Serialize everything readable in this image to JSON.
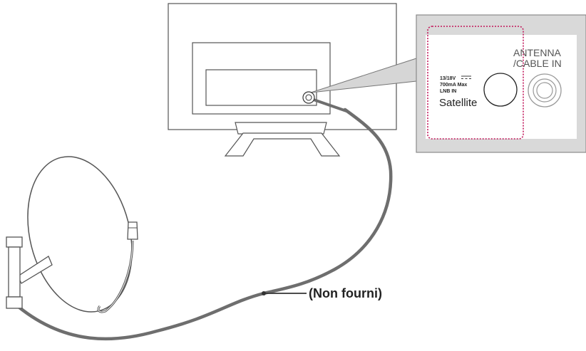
{
  "panel": {
    "voltage_label": "13/18V",
    "current_label": "700mA Max",
    "lnb_label": "LNB IN",
    "satellite_label": "Satellite",
    "antenna_line1": "ANTENNA",
    "antenna_line2": "/CABLE IN"
  },
  "callout": {
    "label": "(Non fourni)"
  },
  "colors": {
    "cable": "#6e6e6e",
    "panel_fill": "#d9d9d9",
    "dashed_highlight": "#c2185b"
  }
}
